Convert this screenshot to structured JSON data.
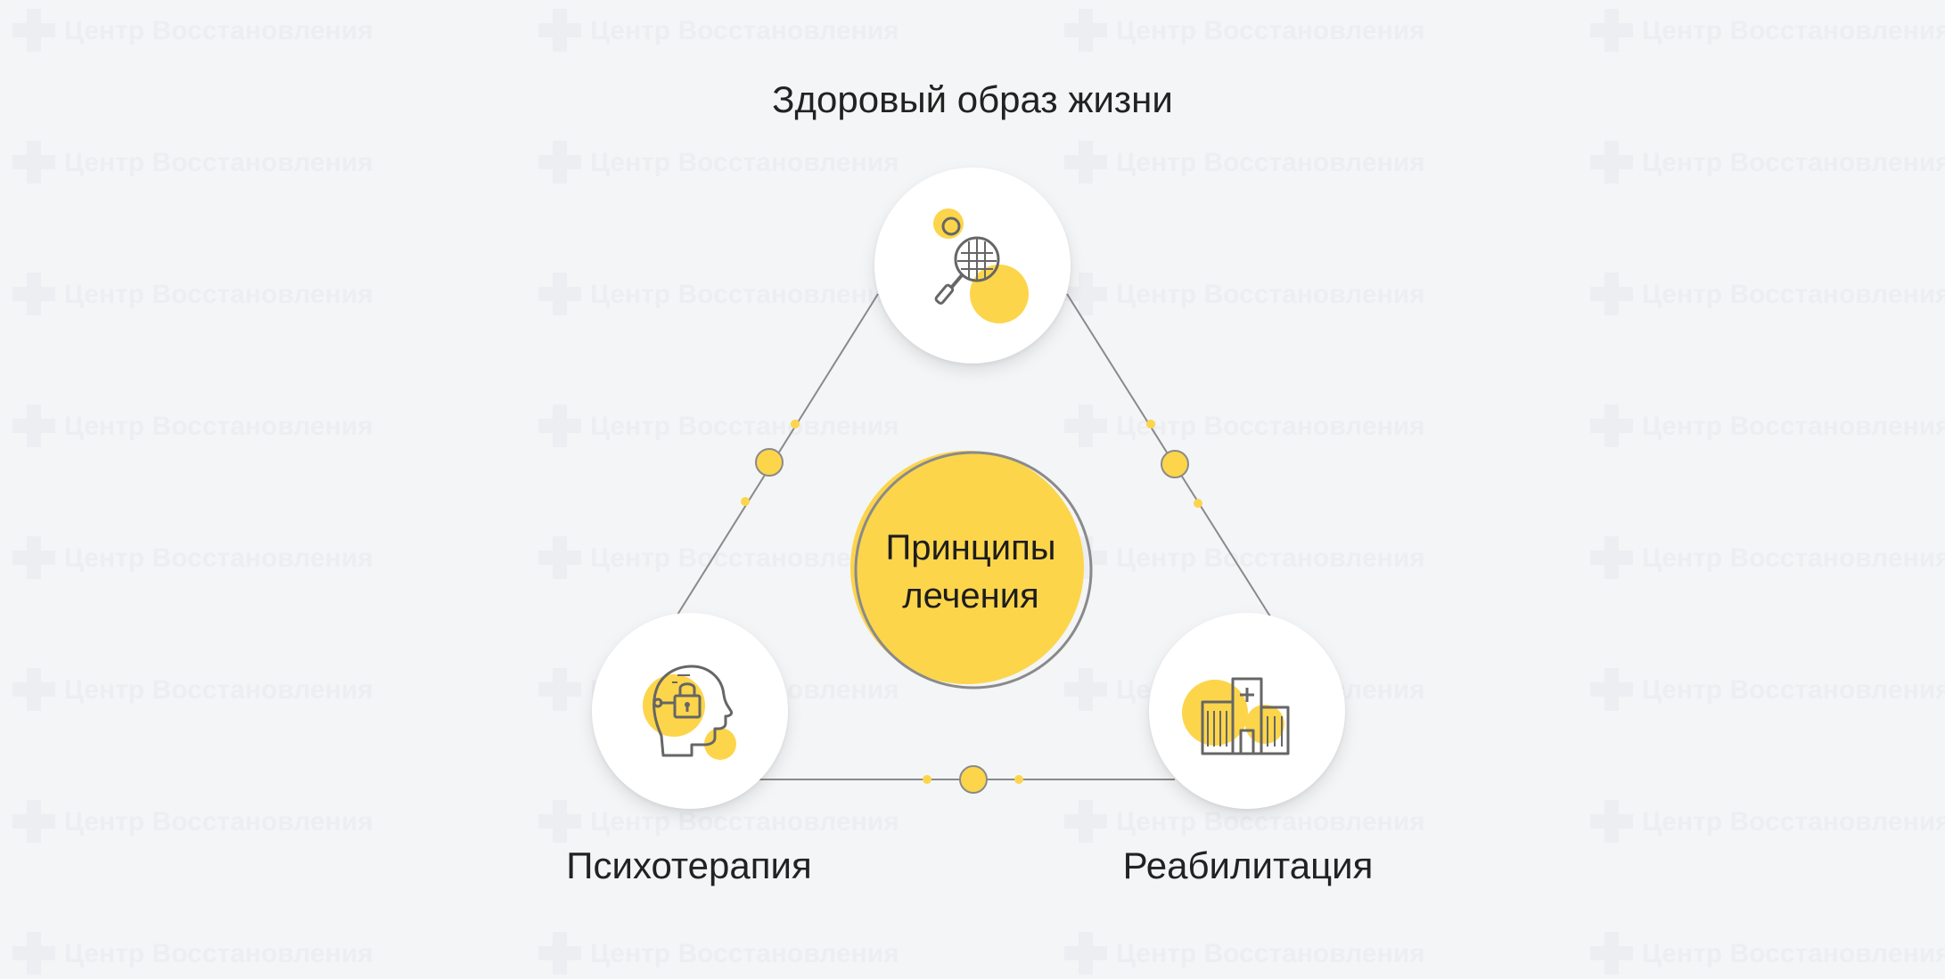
{
  "watermark": {
    "text": "Центр Восстановления"
  },
  "center": {
    "line1": "Принципы",
    "line2": "лечения"
  },
  "nodes": [
    {
      "label": "Здоровый образ жизни",
      "icon": "tennis-racket-icon"
    },
    {
      "label": "Психотерапия",
      "icon": "head-lock-icon"
    },
    {
      "label": "Реабилитация",
      "icon": "hospital-building-icon"
    }
  ],
  "colors": {
    "background": "#f4f5f7",
    "accent": "#fcd54b",
    "line": "#8a8a8a",
    "node": "#ffffff"
  }
}
